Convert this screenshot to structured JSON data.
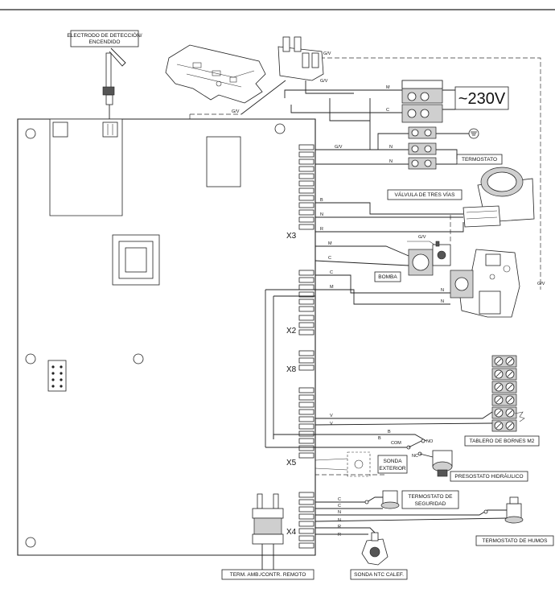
{
  "labels": {
    "electrode": [
      "ELECTRODO DE DETECCIÓN/",
      "ENCENDIDO"
    ],
    "voltage": "~230V",
    "thermostat": "TERMOSTATO",
    "three_way_valve": "VÁLVULA DE TRES VÍAS",
    "pump": "BOMBA",
    "terminal_board": "TABLERO DE BORNES M2",
    "outdoor_probe": [
      "SONDA",
      "EXTERIOR"
    ],
    "pressure_switch": "PRESOSTATO HIDRÁULICO",
    "safety_thermostat": [
      "TERMOSTATO DE",
      "SEGURIDAD"
    ],
    "flue_thermostat": "TERMOSTATO DE HUMOS",
    "ntc_probe": "SONDA NTC CALEF.",
    "room_thermostat": "TERM. AMB./CONTR. REMOTO"
  },
  "connectors": {
    "x3": "X3",
    "x2": "X2",
    "x8": "X8",
    "x5": "X5",
    "x4": "X4"
  },
  "wire_codes": {
    "gv": "G/V",
    "m": "M",
    "c": "C",
    "n": "N",
    "b": "B",
    "r": "R",
    "v": "V",
    "com": "COM",
    "no": "NO",
    "nc": "NC"
  }
}
